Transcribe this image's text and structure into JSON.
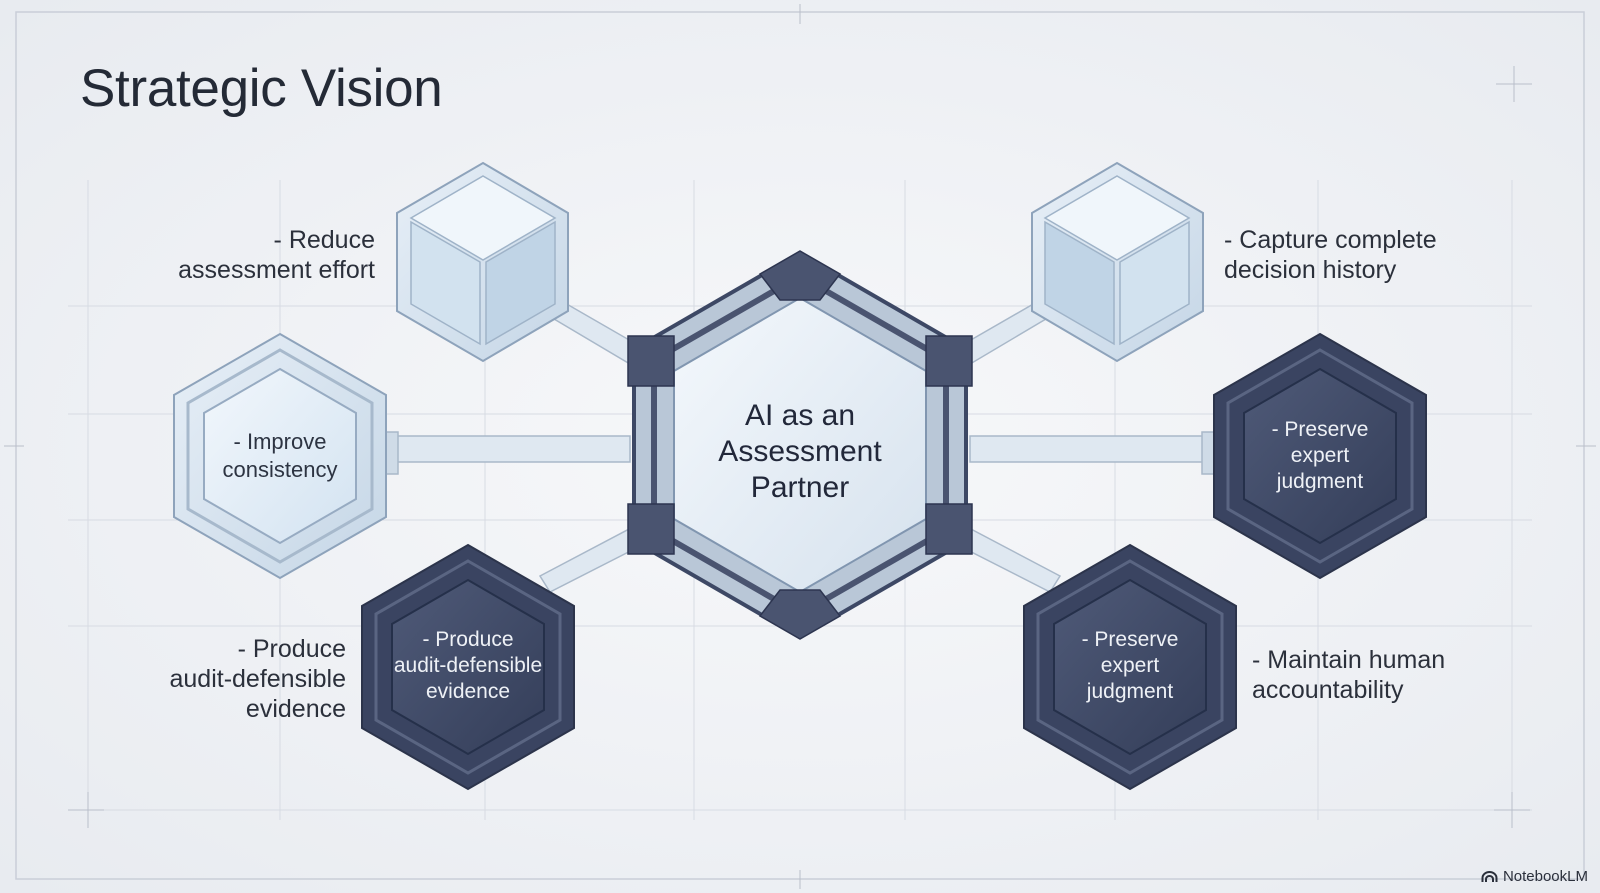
{
  "title": "Strategic Vision",
  "center": {
    "label": "AI as an\nAssessment\nPartner"
  },
  "nodes": {
    "reduce_effort": {
      "caption": "- Reduce\nassessment effort"
    },
    "capture_history": {
      "caption": "- Capture complete\ndecision history"
    },
    "improve_consistency": {
      "label": "- Improve\nconsistency"
    },
    "preserve_judgment_right": {
      "label": "- Preserve\nexpert\njudgment"
    },
    "audit_evidence": {
      "label": "- Produce\naudit-defensible\nevidence",
      "caption": "- Produce\naudit-defensible\nevidence"
    },
    "preserve_judgment_bottom": {
      "label": "- Preserve\nexpert\njudgment"
    },
    "human_accountability": {
      "caption": "- Maintain human\naccountability"
    }
  },
  "brand": {
    "text": "NotebookLM",
    "icon": "notebooklm-logo-icon"
  },
  "colors": {
    "background": "#eef0f4",
    "dark_node": "#3d4865",
    "light_node": "#d6e3ef",
    "frame": "#4a5470"
  }
}
